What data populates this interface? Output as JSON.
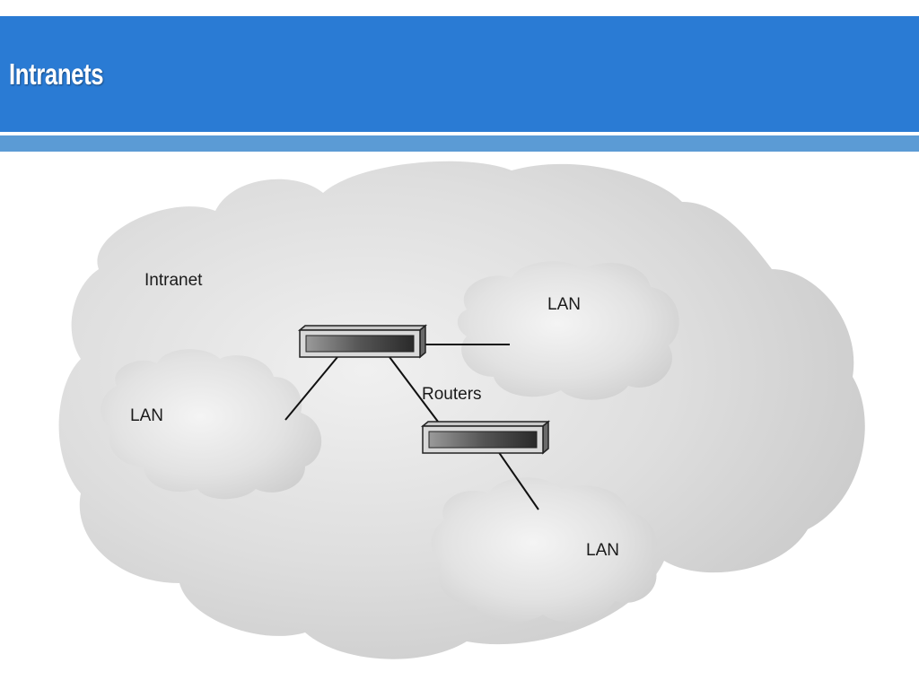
{
  "slide": {
    "title": "Intranets"
  },
  "diagram": {
    "intranet_label": "Intranet",
    "routers_label": "Routers",
    "lan_labels": [
      "LAN",
      "LAN",
      "LAN"
    ]
  },
  "colors": {
    "title_bar": "#2a7bd4",
    "divider_band": "#5b9bd5",
    "cloud_fill": "#d8d8d8"
  }
}
